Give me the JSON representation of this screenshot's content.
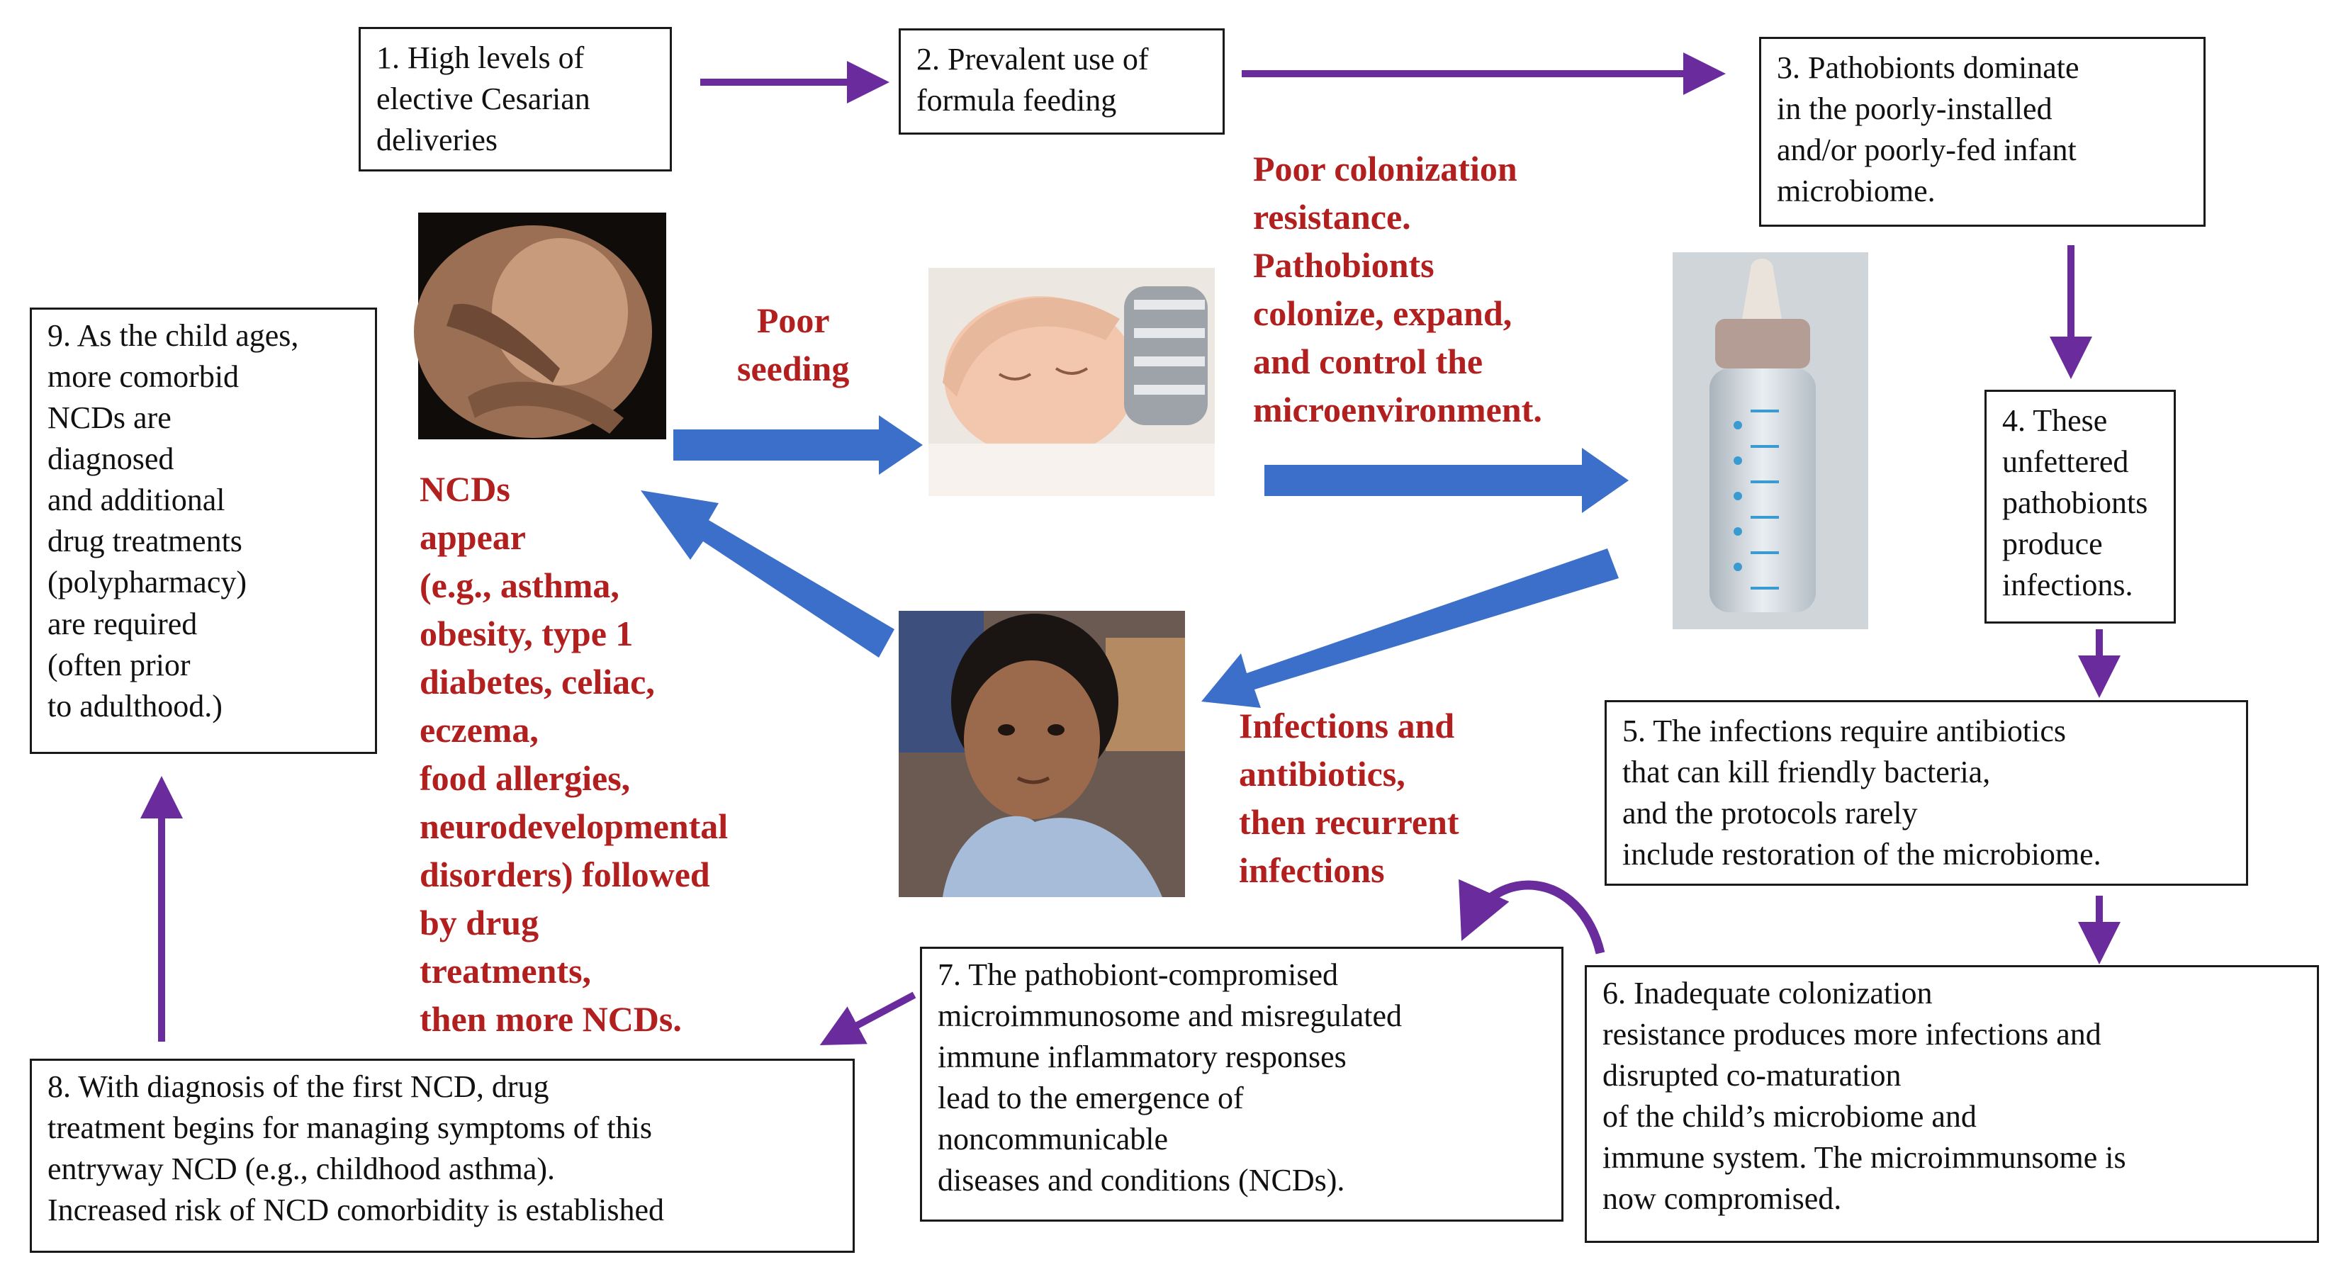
{
  "steps": {
    "s1": "1. High levels of\nelective Cesarian\ndeliveries",
    "s2": "2. Prevalent use of\nformula feeding",
    "s3": "3. Pathobionts dominate\nin the poorly-installed\nand/or poorly-fed infant\nmicrobiome.",
    "s4": "4. These\nunfettered\npathobionts\nproduce\ninfections.",
    "s5": "5. The infections require antibiotics\nthat can kill friendly bacteria,\nand the protocols rarely\ninclude restoration of the microbiome.",
    "s6": "6. Inadequate colonization\nresistance produces more infections and\ndisrupted co-maturation\nof the child’s microbiome and\nimmune system. The microimmunsome is\nnow compromised.",
    "s7": "7. The pathobiont-compromised\nmicroimmunosome and misregulated\nimmune inflammatory responses\n lead to the emergence of\nnoncommunicable\ndiseases and conditions (NCDs).",
    "s8": "8. With diagnosis of the first NCD, drug\ntreatment begins for managing symptoms of this\nentryway NCD (e.g., childhood asthma).\nIncreased risk of NCD comorbidity is established",
    "s9": "9. As the child ages,\nmore comorbid\nNCDs are\ndiagnosed\n and additional\ndrug treatments\n(polypharmacy)\nare required\n(often prior\nto adulthood.)"
  },
  "annotations": {
    "poor_seeding": "Poor\nseeding",
    "colonization": "Poor colonization\nresistance.\nPathobionts\ncolonize, expand,\nand control the\nmicroenvironment.",
    "infections": "Infections and\nantibiotics,\nthen recurrent\ninfections",
    "ncds": "NCDs\nappear\n(e.g., asthma,\nobesity, type 1\n diabetes, celiac,\neczema,\nfood allergies,\nneurodevelopmental\ndisorders) followed\nby drug\ntreatments,\nthen more NCDs."
  },
  "colors": {
    "annotation_red": "#b21f1f",
    "process_arrow_purple": "#6a2c9c",
    "cycle_arrow_blue": "#3b6fc9",
    "box_border": "#1a1a1a"
  },
  "photos": [
    "pregnant-belly-photo",
    "sleeping-baby-photo",
    "baby-bottle-photo",
    "child-portrait-photo"
  ]
}
